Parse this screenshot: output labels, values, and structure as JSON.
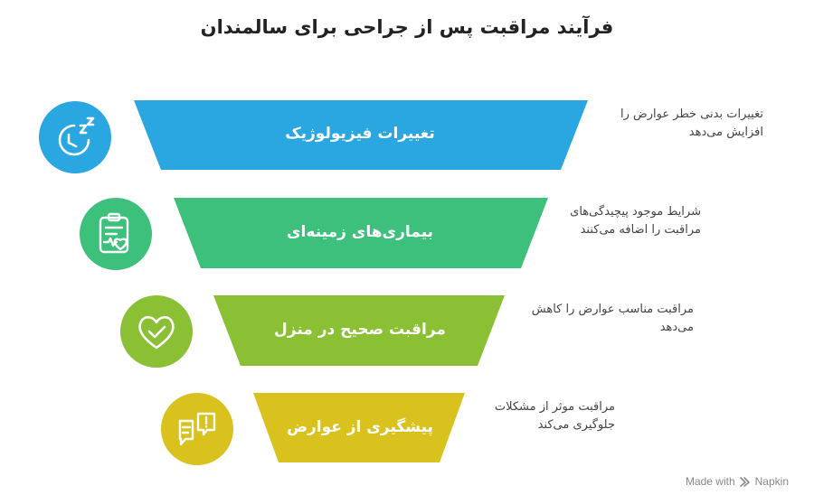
{
  "title": "فرآیند مراقبت پس از جراحی برای سالمندان",
  "stages": [
    {
      "label": "تغییرات فیزیولوژیک",
      "description_line1": "تغییرات بدنی خطر عوارض را",
      "description_line2": "افزایش می‌دهد",
      "color": "#2AA7E0",
      "icon": "sleep-clock-icon"
    },
    {
      "label": "بیماری‌های زمینه‌ای",
      "description_line1": "شرایط موجود پیچیدگی‌های",
      "description_line2": "مراقبت را اضافه می‌کنند",
      "color": "#3CC07C",
      "icon": "health-clipboard-icon"
    },
    {
      "label": "مراقبت صحیح در منزل",
      "description_line1": "مراقبت مناسب عوارض را کاهش",
      "description_line2": "می‌دهد",
      "color": "#8BBF34",
      "icon": "heart-check-icon"
    },
    {
      "label": "پیشگیری از عوارض",
      "description_line1": "مراقبت موثر از مشکلات",
      "description_line2": "جلوگیری می‌کند",
      "color": "#D9C21E",
      "icon": "alert-chat-icon"
    }
  ],
  "footer": {
    "made_with": "Made with",
    "brand": "Napkin"
  }
}
